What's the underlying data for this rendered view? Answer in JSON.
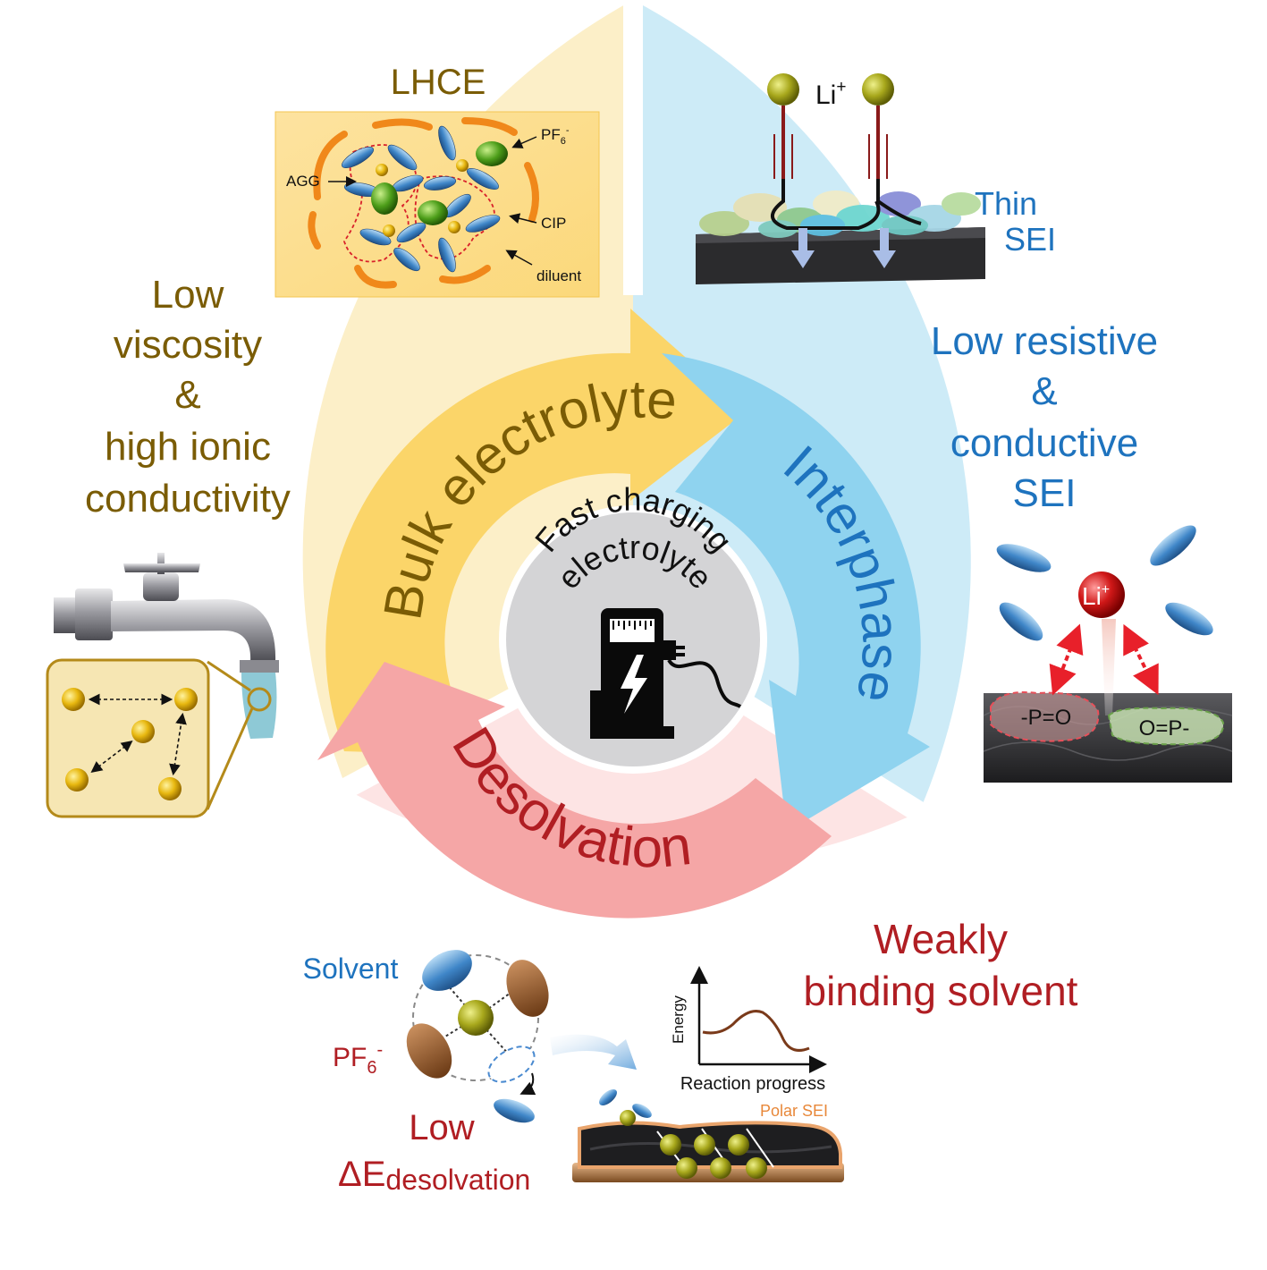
{
  "center": {
    "line1": "Fast charging",
    "line2": "electrolyte"
  },
  "arrows": {
    "bulk": "Bulk electrolyte",
    "interphase": "Interphase",
    "desolvation": "Desolvation"
  },
  "bulk_panel": {
    "lhce_title": "LHCE",
    "lbl_pf6": "PF",
    "lbl_pf6_sub": "6",
    "lbl_pf6_sup": "-",
    "lbl_agg": "AGG",
    "lbl_cip": "CIP",
    "lbl_diluent": "diluent",
    "prop_line1": "Low",
    "prop_line2": "viscosity",
    "prop_line3": "&",
    "prop_line4": "high ionic",
    "prop_line5": "conductivity"
  },
  "interphase_panel": {
    "li": "Li",
    "li_sup": "+",
    "thin1": "Thin",
    "thin2": "SEI",
    "prop_line1": "Low resistive",
    "prop_line2": "&",
    "prop_line3": "conductive",
    "prop_line4": "SEI",
    "li_ion": "Li",
    "li_ion_sup": "+",
    "group_left": "-P=O",
    "group_right": "O=P-"
  },
  "desolvation_panel": {
    "prop_line1": "Weakly",
    "prop_line2": "binding solvent",
    "solvent": "Solvent",
    "pf6": "PF",
    "pf6_sub": "6",
    "pf6_sup": "-",
    "low": "Low",
    "delta_e": "ΔE",
    "delta_e_sub": "desolvation",
    "energy_axis": "Energy",
    "progress_axis": "Reaction progress",
    "polar_sei": "Polar SEI"
  },
  "colors": {
    "yellow_sector": "#fcefc8",
    "blue_sector": "#cdebf7",
    "pink_sector": "#fde4e4",
    "yellow_arrow": "#fbd569",
    "blue_arrow": "#8fd3ef",
    "pink_arrow": "#f5a6a6",
    "olive_text": "#7a5c05",
    "blue_text": "#1e73be",
    "red_text": "#b01e23"
  }
}
